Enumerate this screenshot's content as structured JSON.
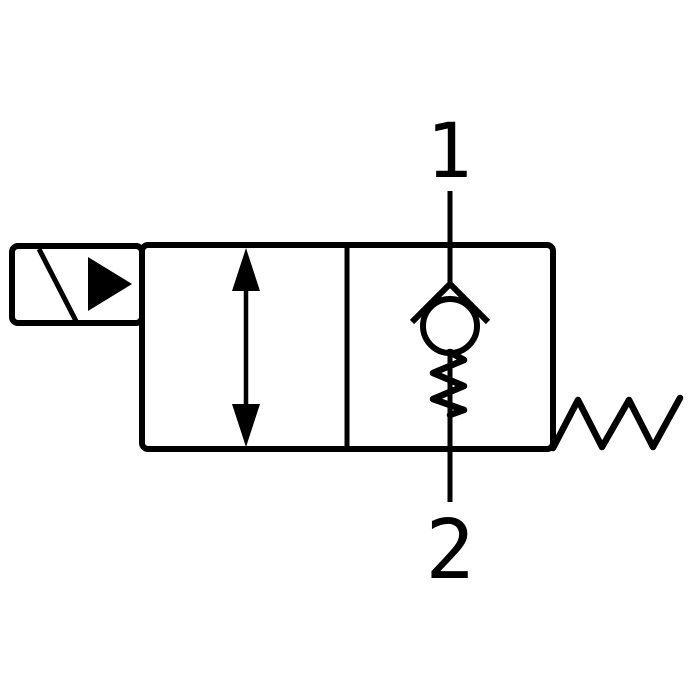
{
  "page": {
    "background_color": "#ffffff"
  },
  "diagram": {
    "kind": "hydraulic-valve-schematic",
    "description": "2-port 2-position solenoid-operated cartridge valve, spring return, rest position holds a spring-loaded check valve between port 1 and port 2",
    "line_color": "#000000",
    "symbol_fill_color": "#000000",
    "ball_fill_color": "#ffffff",
    "ports": {
      "top_label": "1",
      "bottom_label": "2"
    },
    "components": {
      "actuator": "solenoid-actuator",
      "actuated_position": "bidirectional-flow-path",
      "rest_position": "spring-loaded-check-valve",
      "return_element": "return-spring"
    }
  }
}
